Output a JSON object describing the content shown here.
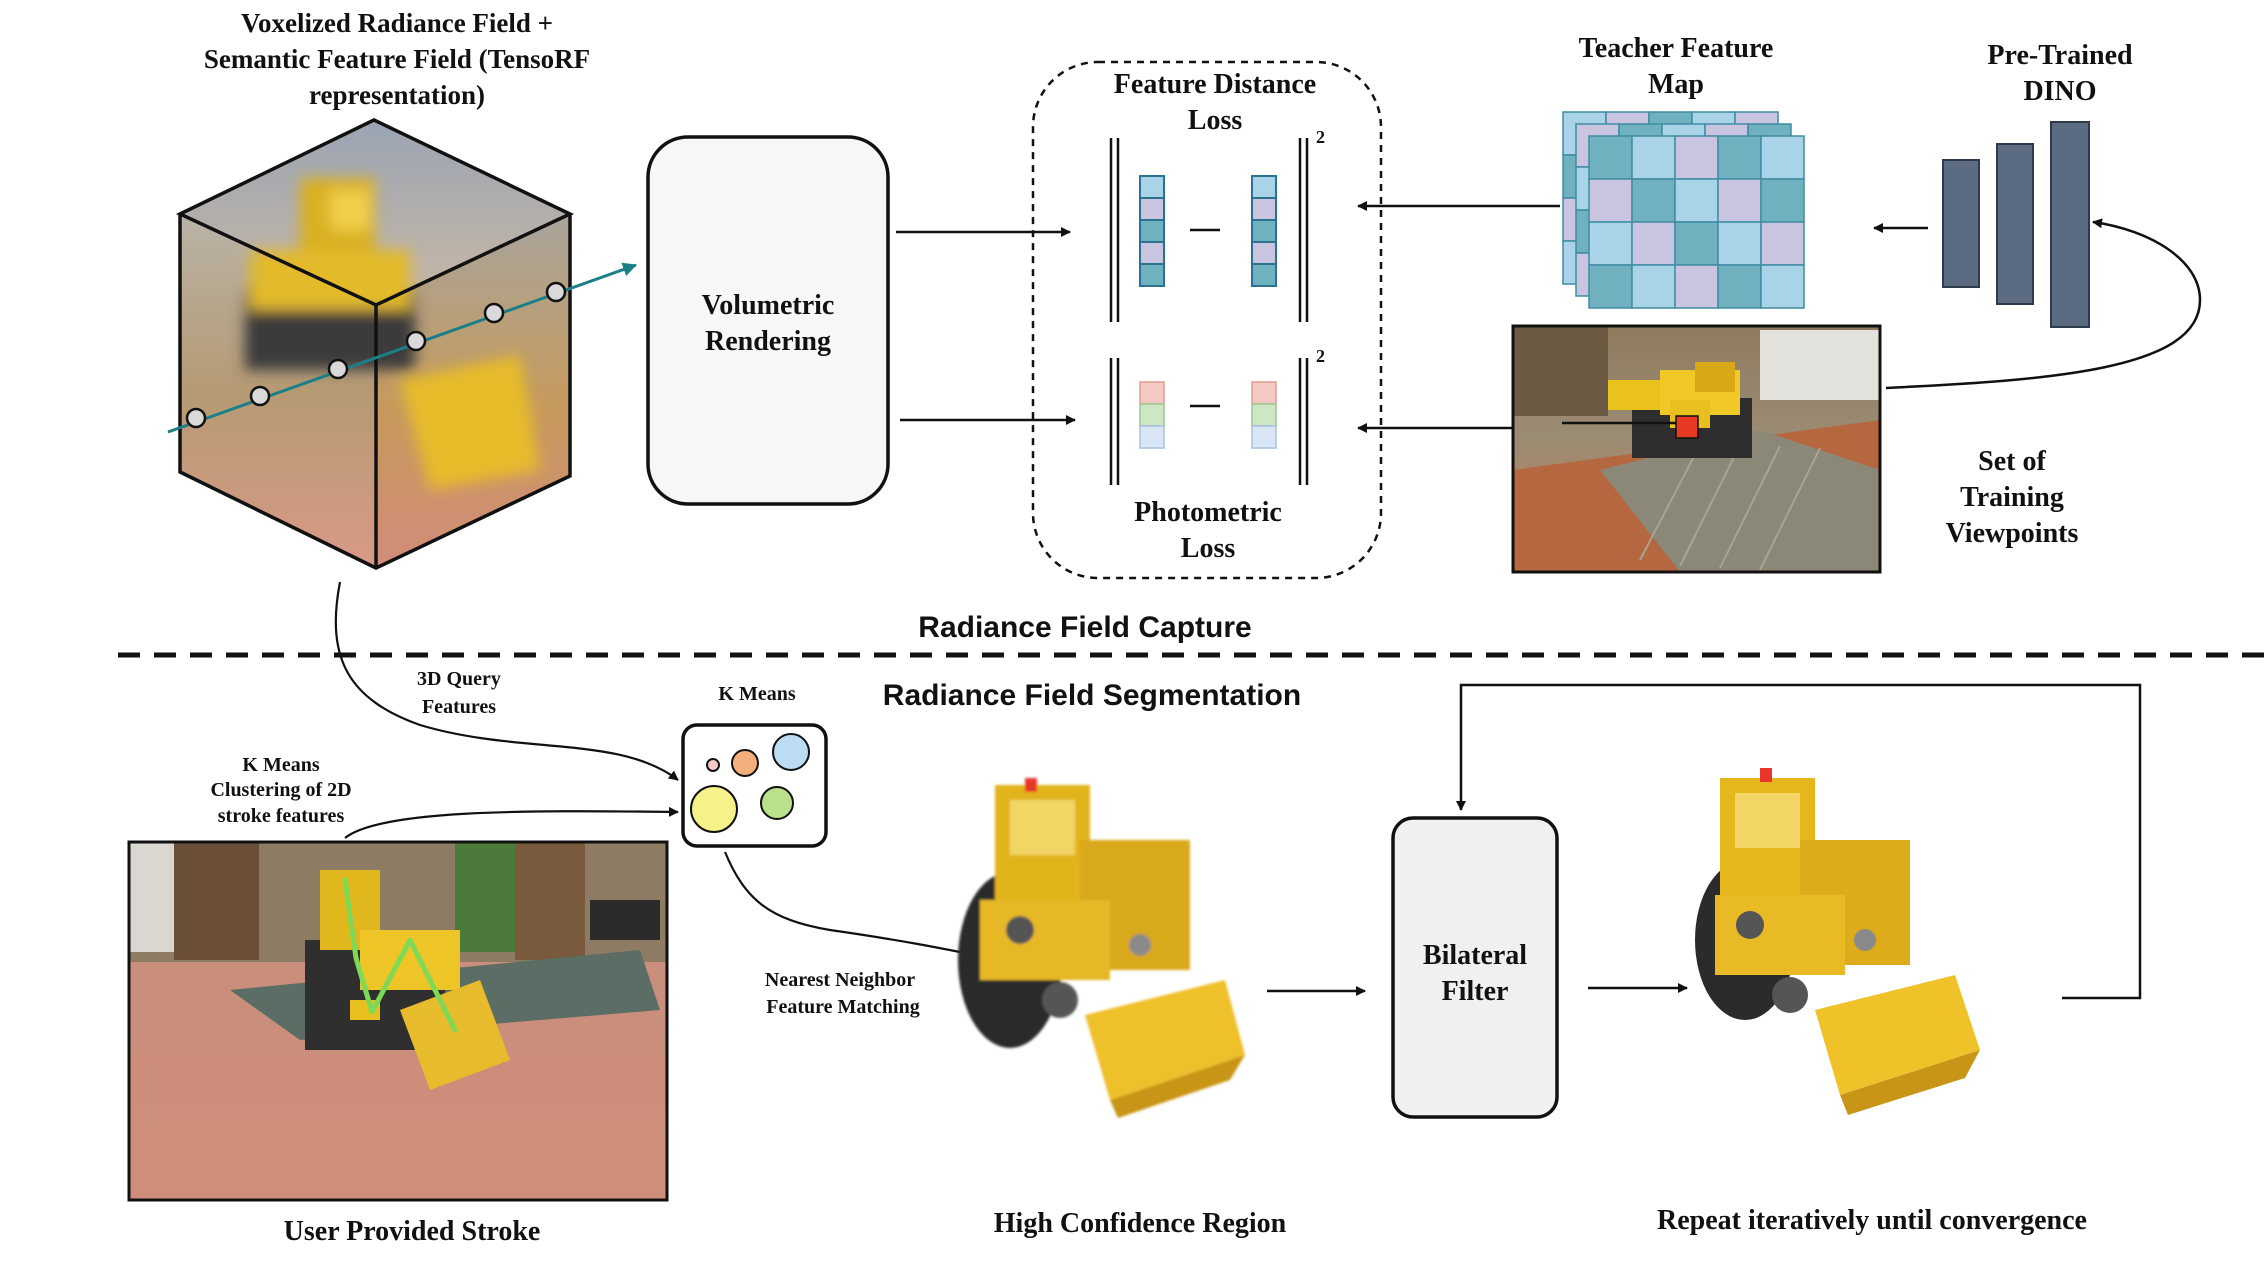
{
  "capture": {
    "cube_caption": [
      "Voxelized Radiance Field +",
      "Semantic Feature Field (TensoRF",
      "representation)"
    ],
    "volumetric_rendering": [
      "Volumetric",
      "Rendering"
    ],
    "feature_distance_loss": [
      "Feature Distance",
      "Loss"
    ],
    "photometric_loss": [
      "Photometric",
      "Loss"
    ],
    "norm_exponent": "2",
    "teacher_feature_map": [
      "Teacher Feature",
      "Map"
    ],
    "pretrained_dino": [
      "Pre-Trained",
      "DINO"
    ],
    "training_viewpoints": [
      "Set of",
      "Training",
      "Viewpoints"
    ],
    "section_title": "Radiance Field Capture"
  },
  "segmentation": {
    "section_title": "Radiance Field Segmentation",
    "query_features": [
      "3D Query",
      "Features"
    ],
    "k_means": "K Means",
    "k_means_clustering": [
      "K Means",
      "Clustering of 2D",
      "stroke features"
    ],
    "nearest_neighbor": [
      "Nearest Neighbor",
      "Feature Matching"
    ],
    "user_stroke": "User Provided Stroke",
    "high_confidence": "High Confidence Region",
    "bilateral_filter": [
      "Bilateral",
      "Filter"
    ],
    "repeat": "Repeat iteratively until convergence"
  },
  "colors": {
    "ray": "#1a7f86",
    "feature_blue": "#a9d3e6",
    "feature_lavender": "#c9c4e0",
    "feature_teal": "#6fb1be",
    "photo_red": "#f4c9c4",
    "photo_green": "#cfe6c4",
    "photo_blue": "#d8e6f6",
    "dino_bar": "#5b6b82",
    "filter_box": "#f0f0f0",
    "selected_patch": "#e83a22",
    "stroke_green": "#7ed957"
  }
}
